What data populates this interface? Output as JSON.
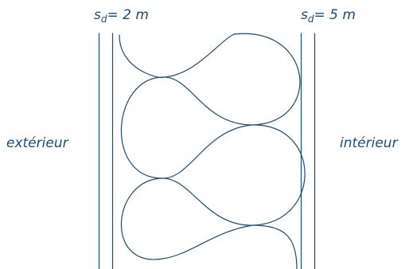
{
  "colors": {
    "stroke": "#1d4b73",
    "text": "#1d4b73",
    "background": "#ffffff"
  },
  "labels": {
    "sd_left": {
      "symbol": "s",
      "subscript": "d",
      "value": "= 2 m"
    },
    "sd_right": {
      "symbol": "s",
      "subscript": "d",
      "value": "= 5 m"
    },
    "exterior": "extérieur",
    "interior": "intérieur"
  }
}
